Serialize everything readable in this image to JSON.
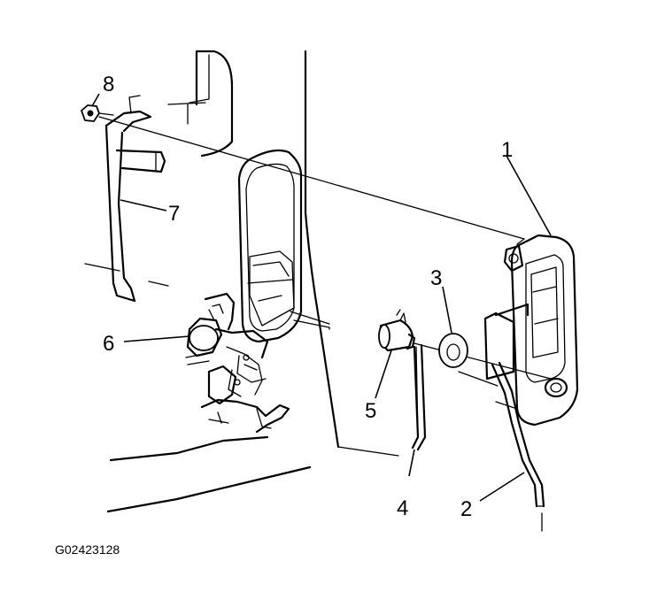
{
  "diagram": {
    "figure_id": "G02423128",
    "callouts": [
      {
        "key": "1",
        "label": "1"
      },
      {
        "key": "2",
        "label": "2"
      },
      {
        "key": "3",
        "label": "3"
      },
      {
        "key": "4",
        "label": "4"
      },
      {
        "key": "5",
        "label": "5"
      },
      {
        "key": "6",
        "label": "6"
      },
      {
        "key": "7",
        "label": "7"
      },
      {
        "key": "8",
        "label": "8"
      }
    ]
  }
}
